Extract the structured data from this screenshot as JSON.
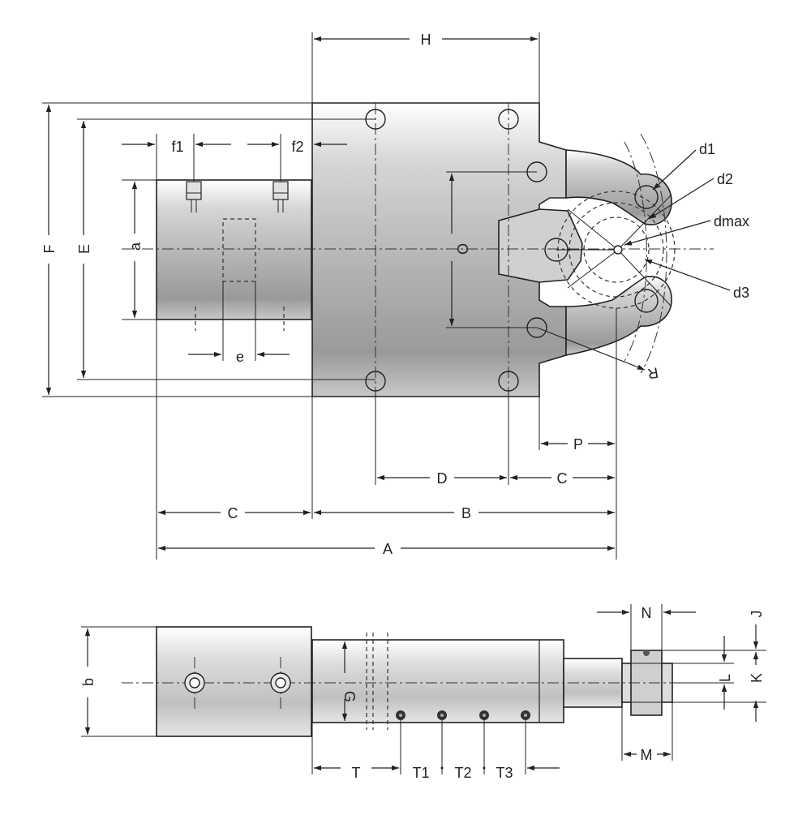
{
  "drawing": {
    "labels": {
      "H": "H",
      "F": "F",
      "E": "E",
      "a": "a",
      "f1": "f1",
      "f2": "f2",
      "O": "O",
      "d1": "d1",
      "d2": "d2",
      "dmax": "dmax",
      "d3": "d3",
      "R": "R",
      "e": "e",
      "P": "P",
      "D": "D",
      "C_right": "C",
      "C_left": "C",
      "B": "B",
      "A": "A",
      "b": "b",
      "G": "G",
      "N": "N",
      "J": "J",
      "L": "L",
      "K": "K",
      "M": "M",
      "T": "T",
      "T1": "T1",
      "T2": "T2",
      "T3": "T3"
    },
    "colors": {
      "line": "#222222",
      "body_fill": "#b8b8b8",
      "body_light": "#e8e8e8",
      "background": "#ffffff"
    }
  }
}
